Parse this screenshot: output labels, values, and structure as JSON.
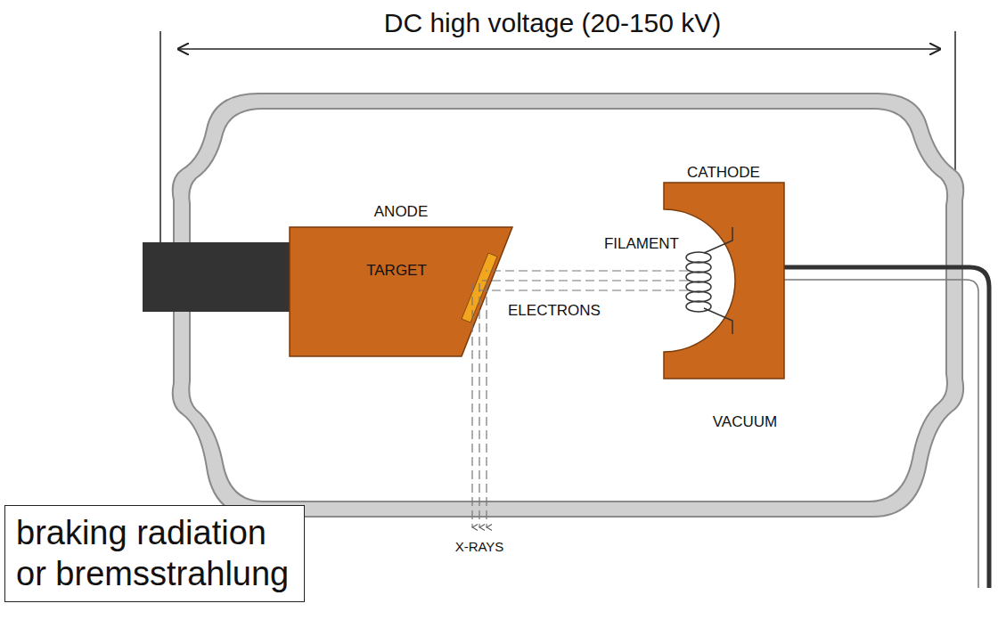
{
  "diagram": {
    "nodes": [
      {
        "text": [
          "braking radiation or bremsstrahlung"
        ]
      }
    ],
    "labels": [
      "DC high voltage (20-150 kV)",
      "CATHODE",
      "ANODE",
      "FILAMENT",
      "TARGET",
      "ELECTRONS",
      "VACUUM",
      "X-RAYS"
    ]
  }
}
